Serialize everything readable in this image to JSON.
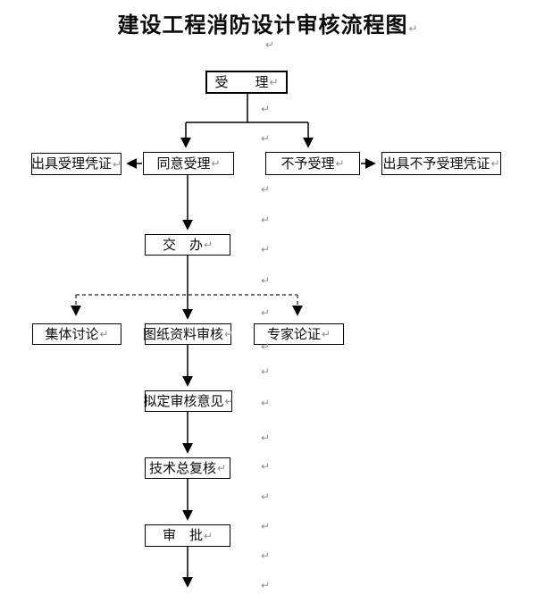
{
  "title": {
    "text": "建设工程消防设计审核流程图"
  },
  "paragraph_mark": "↵",
  "nodes": [
    {
      "id": "accept",
      "label": "受　　理"
    },
    {
      "id": "issue-accept-receipt",
      "label": "出具受理凭证"
    },
    {
      "id": "agree-accept",
      "label": "同意受理"
    },
    {
      "id": "refuse-accept",
      "label": "不予受理"
    },
    {
      "id": "issue-refusal-receipt",
      "label": "出具不予受理凭证"
    },
    {
      "id": "assign",
      "label": "交　办"
    },
    {
      "id": "group-discussion",
      "label": "集体讨论"
    },
    {
      "id": "drawing-review",
      "label": "图纸资料审核"
    },
    {
      "id": "expert-demonstration",
      "label": "专家论证"
    },
    {
      "id": "draft-review-opinion",
      "label": "拟定审核意见"
    },
    {
      "id": "technical-final-check",
      "label": "技术总复核"
    },
    {
      "id": "approval",
      "label": "审　批"
    }
  ],
  "colors": {
    "line": "#000000",
    "dashed_line": "#4a4a4a",
    "paragraph_mark": "#8f8f8f"
  }
}
